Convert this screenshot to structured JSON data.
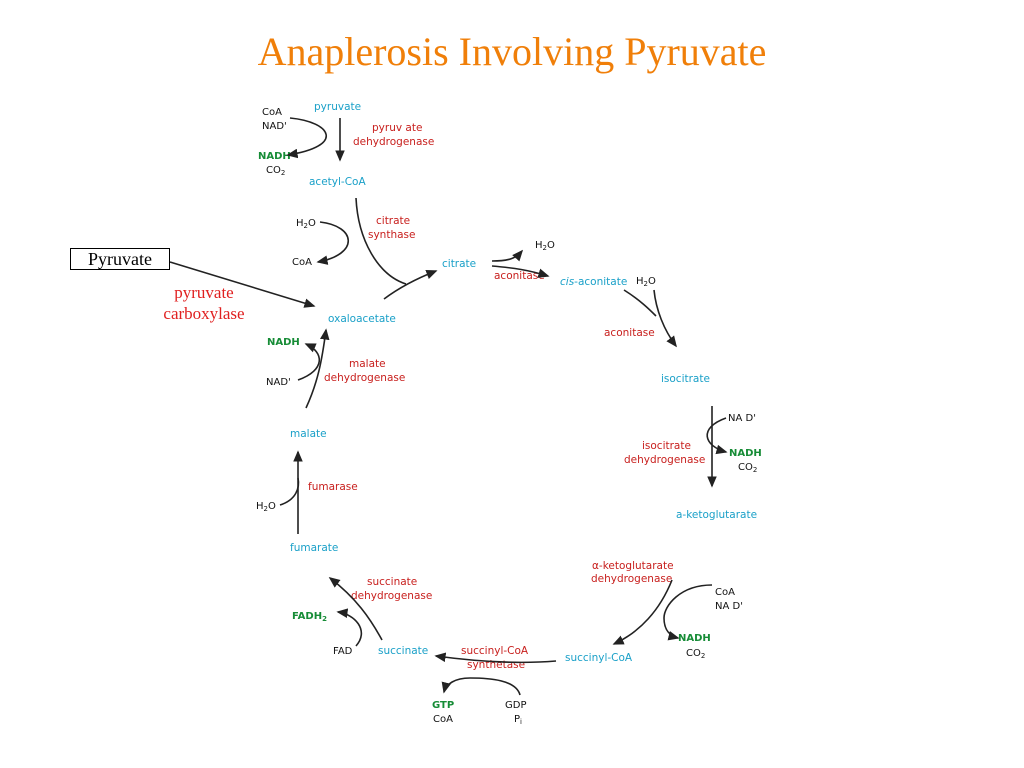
{
  "title": "Anaplerosis Involving Pyruvate",
  "callout": {
    "box": "Pyruvate",
    "enzyme_line1": "pyruvate",
    "enzyme_line2": "carboxylase"
  },
  "metabolites": {
    "pyruvate": "pyruvate",
    "acetyl_coa": "acetyl-CoA",
    "citrate": "citrate",
    "cis_prefix": "cis",
    "cis_aconitate": "-aconitate",
    "isocitrate": "isocitrate",
    "ketoglutarate": "a-ketoglutarate",
    "succinyl_coa": "succinyl-CoA",
    "succinate": "succinate",
    "fumarate": "fumarate",
    "malate": "malate",
    "oxaloacetate": "oxaloacetate"
  },
  "enzymes": {
    "pdh_1": "pyruv ate",
    "pdh_2": "dehydrogenase",
    "cs_1": "citrate",
    "cs_2": "synthase",
    "aconitase_1": "aconitase",
    "aconitase_2": "aconitase",
    "idh_1": "isocitrate",
    "idh_2": "dehydrogenase",
    "akgdh_1": "α-ketoglutarate",
    "akgdh_2": "dehydrogenase",
    "scs_1": "succinyl-CoA",
    "scs_2": "synthetase",
    "sdh_1": "succinate",
    "sdh_2": "dehydrogenase",
    "fumarase": "fumarase",
    "mdh_1": "malate",
    "mdh_2": "dehydrogenase"
  },
  "cofactors": {
    "coa": "CoA",
    "nad": "NAD'",
    "nad_spaced": "NA D'",
    "nadh": "NADH",
    "co": "CO",
    "h": "H",
    "o": "O",
    "sub2": "2",
    "fad": "FAD",
    "fadh": "FADH",
    "gtp": "GTP",
    "gdp": "GDP",
    "p": "P",
    "sub_i": "i"
  },
  "colors": {
    "title": "#f07f09",
    "metabolite": "#1aa0c8",
    "enzyme": "#c8201e",
    "reduced_cofactor": "#168c36"
  }
}
